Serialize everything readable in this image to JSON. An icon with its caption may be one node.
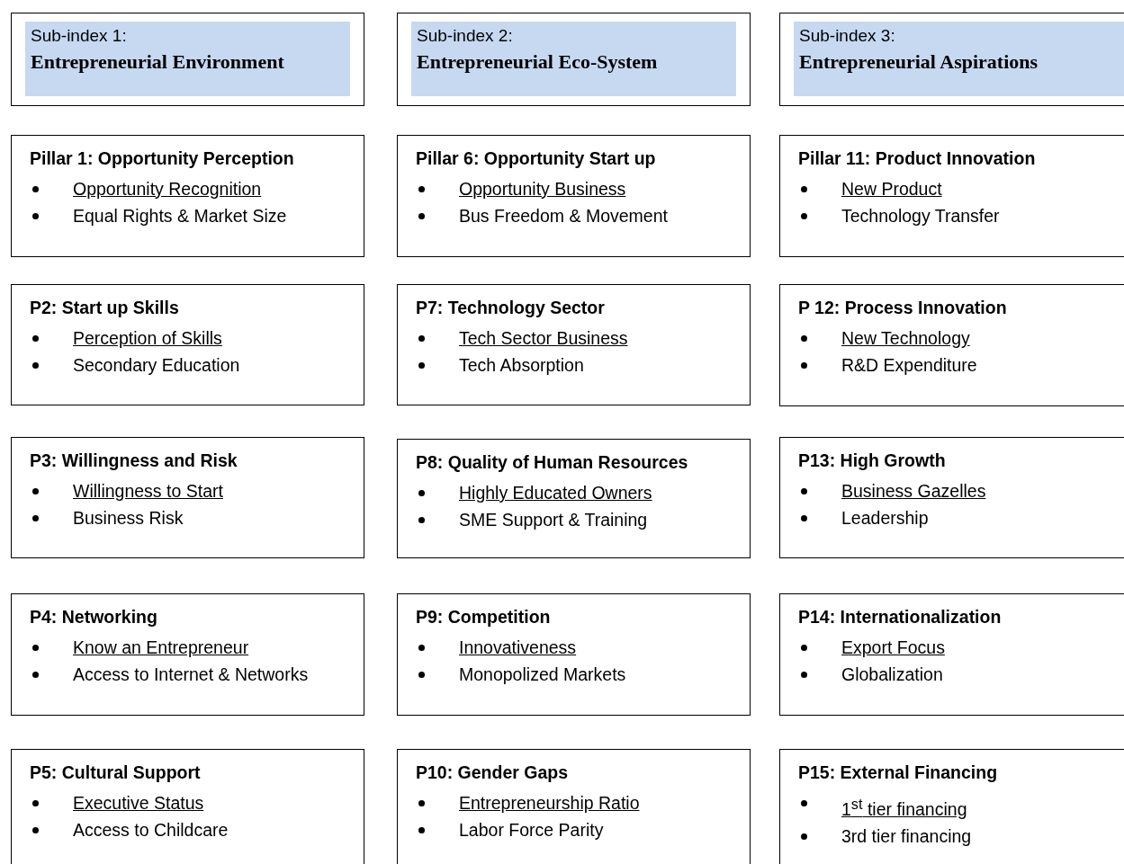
{
  "diagram": {
    "nodes": [
      {
        "text": [
          "Sub-index 1:",
          "Entrepreneurial Environment"
        ]
      },
      {
        "text": [
          "Pillar 1: Opportunity Perception",
          "Opportunity Recognition",
          "Equal Rights & Market Size"
        ]
      },
      {
        "text": [
          "P2: Start up Skills",
          "Perception of Skills",
          "Secondary Education"
        ]
      },
      {
        "text": [
          "P3: Willingness and Risk",
          "Willingness to Start",
          "Business Risk"
        ]
      },
      {
        "text": [
          "P4: Networking",
          "Know an Entrepreneur",
          "Access to Internet & Networks"
        ]
      },
      {
        "text": [
          "P5: Cultural Support",
          "Executive Status",
          "Access to Childcare"
        ]
      },
      {
        "text": [
          "Sub-index 2:",
          "Entrepreneurial Eco-System"
        ]
      },
      {
        "text": [
          "Pillar 6: Opportunity Start up",
          "Opportunity Business",
          "Bus Freedom & Movement"
        ]
      },
      {
        "text": [
          "P7: Technology Sector",
          "Tech Sector Business",
          "Tech Absorption"
        ]
      },
      {
        "text": [
          "P8: Quality of Human Resources",
          "Highly Educated Owners",
          "SME Support & Training"
        ]
      },
      {
        "text": [
          "P9: Competition",
          "Innovativeness",
          "Monopolized Markets"
        ]
      },
      {
        "text": [
          "P10: Gender Gaps",
          "Entrepreneurship Ratio",
          "Labor Force Parity"
        ]
      },
      {
        "text": [
          "Sub-index 3:",
          "Entrepreneurial Aspirations"
        ]
      },
      {
        "text": [
          "Pillar 11: Product Innovation",
          "New Product",
          "Technology Transfer"
        ]
      },
      {
        "text": [
          "P 12: Process Innovation",
          "New Technology",
          "R&D Expenditure"
        ]
      },
      {
        "text": [
          "P13: High Growth",
          "Business Gazelles",
          "Leadership"
        ]
      },
      {
        "text": [
          "P14: Internationalization",
          "Export Focus",
          "Globalization"
        ]
      },
      {
        "text": [
          "P15: External Financing",
          "1$^{st}$ tier financing",
          "3rd tier financing"
        ]
      }
    ]
  }
}
